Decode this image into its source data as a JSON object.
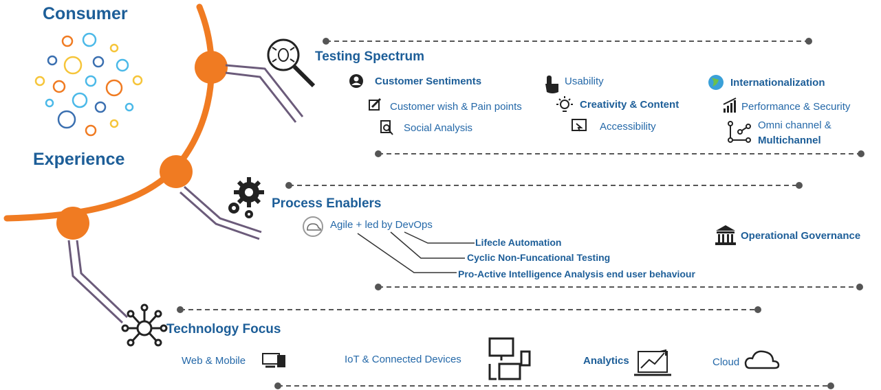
{
  "left": {
    "top": "Consumer",
    "bottom": "Experience"
  },
  "testing": {
    "title": "Testing Spectrum",
    "customer_sentiments": "Customer Sentiments",
    "wish_pain": "Customer wish & Pain points",
    "social": "Social Analysis",
    "usability": "Usability",
    "creativity": "Creativity & Content",
    "accessibility": "Accessibility",
    "i18n": "Internationalization",
    "performance": "Performance & Security",
    "omni_1": "Omni channel &",
    "omni_2": "Multichannel"
  },
  "process": {
    "title": "Process Enablers",
    "agile": "Agile + led by DevOps",
    "lifecycle": "Lifecle Automation",
    "cyclic": "Cyclic Non-Funcational Testing",
    "proactive": "Pro-Active Intelligence Analysis end user behaviour",
    "governance": "Operational Governance"
  },
  "technology": {
    "title": "Technology Focus",
    "web": "Web & Mobile",
    "iot": "IoT & Connected Devices",
    "analytics": "Analytics",
    "cloud": "Cloud"
  },
  "colors": {
    "orange": "#f07b22",
    "blue": "#1d5e98",
    "line": "#555555",
    "strut": "#6b5b7a"
  }
}
